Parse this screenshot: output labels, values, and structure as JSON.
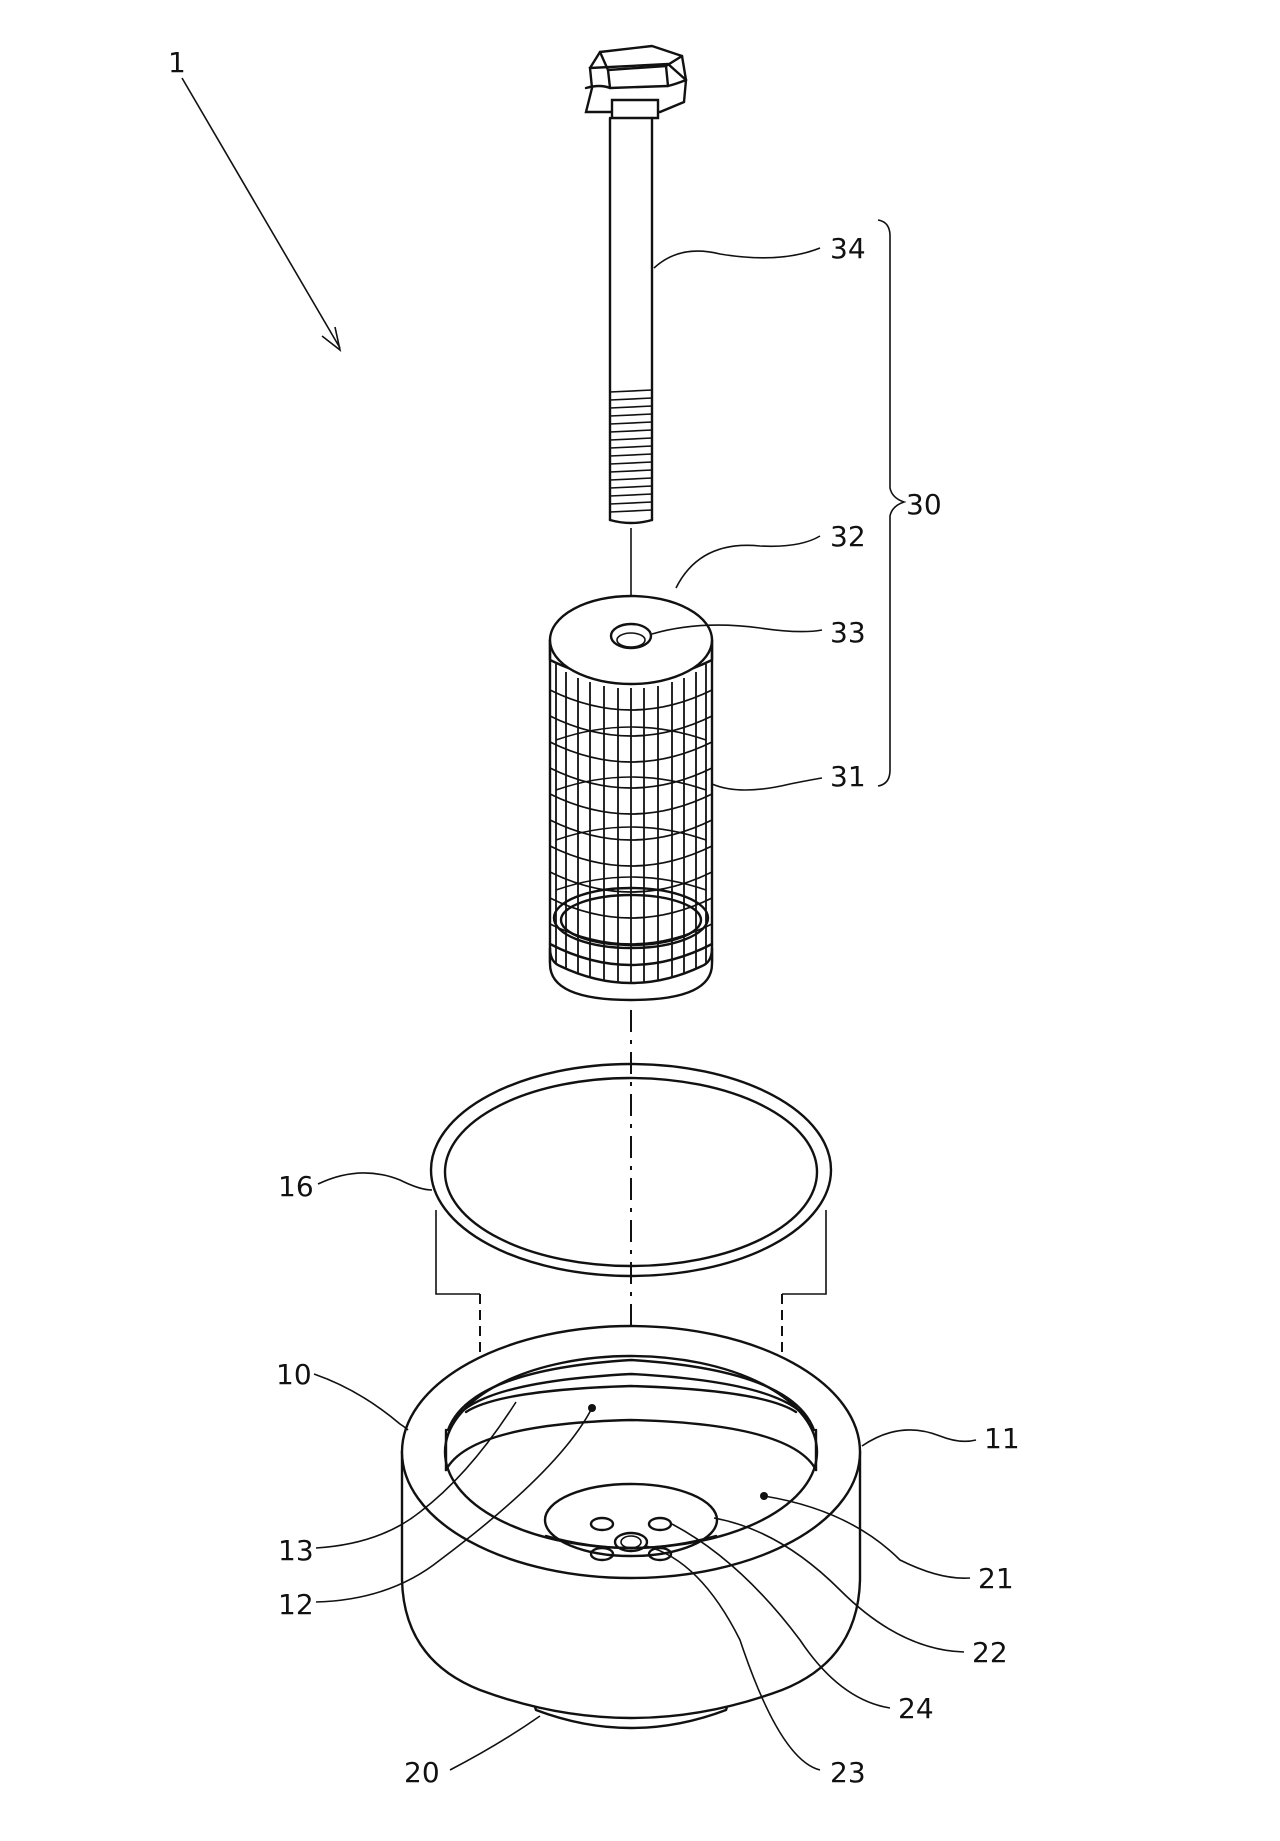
{
  "figure": {
    "labels": {
      "assembly": "1",
      "housing": "10",
      "side_wall": "11",
      "inner_groove": "12",
      "inner_wall": "13",
      "seal_ring": "16",
      "bottom_part": "20",
      "bottom_surface": "21",
      "raised_boss": "22",
      "threaded_hole": "23",
      "through_hole": "24",
      "filter_unit": "30",
      "mesh_cylinder": "31",
      "top_plate": "32",
      "plate_hole": "33",
      "bolt": "34"
    }
  }
}
